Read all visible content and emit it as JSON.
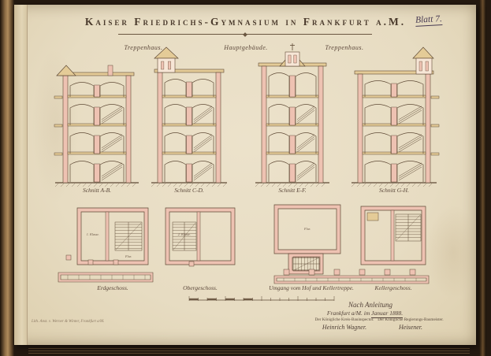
{
  "page": {
    "sheet_number": "Blatt 7.",
    "title": "Kaiser Friedrichs-Gymnasium in Frankfurt a.M."
  },
  "headings": {
    "left": "Treppenhaus.",
    "center": "Hauptgebäude.",
    "right": "Treppenhaus."
  },
  "sections": {
    "captions": [
      "Schnitt A-B.",
      "Schnitt C-D.",
      "Schnitt E-F.",
      "Schnitt G-H."
    ]
  },
  "plans": {
    "captions": [
      "Erdgeschoss.",
      "Obergeschoss.",
      "Umgang vom Hof und Kellertreppe.",
      "Kellergeschoss."
    ],
    "room_labels": [
      "1. Klasse.",
      "Flur.",
      "2. Klasse.",
      "Flur."
    ]
  },
  "colophon": {
    "line1": "Nach Anleitung",
    "place_prefix": "Frankfurt a/M. im ",
    "date_underlined": "Januar 1888.",
    "left_title": "Der Königliche Kreis-Bauinspector.",
    "left_signature": "Heinrich Wagner.",
    "right_title": "Der Königliche Regierungs-Baumeister.",
    "right_signature": "Heisener."
  },
  "printer_credit": "Lith. Anst. v. Werner & Winter, Frankfurt a/M.",
  "colors": {
    "paper": "#eae0c9",
    "surround": "#241910",
    "ink": "#5f4a36",
    "wash_pink": "#eec2b2",
    "wash_pink_light": "#f7e6d6",
    "wash_tan": "#e4cb97",
    "script_ink": "#54433a",
    "blatt_ink": "#473a52"
  }
}
